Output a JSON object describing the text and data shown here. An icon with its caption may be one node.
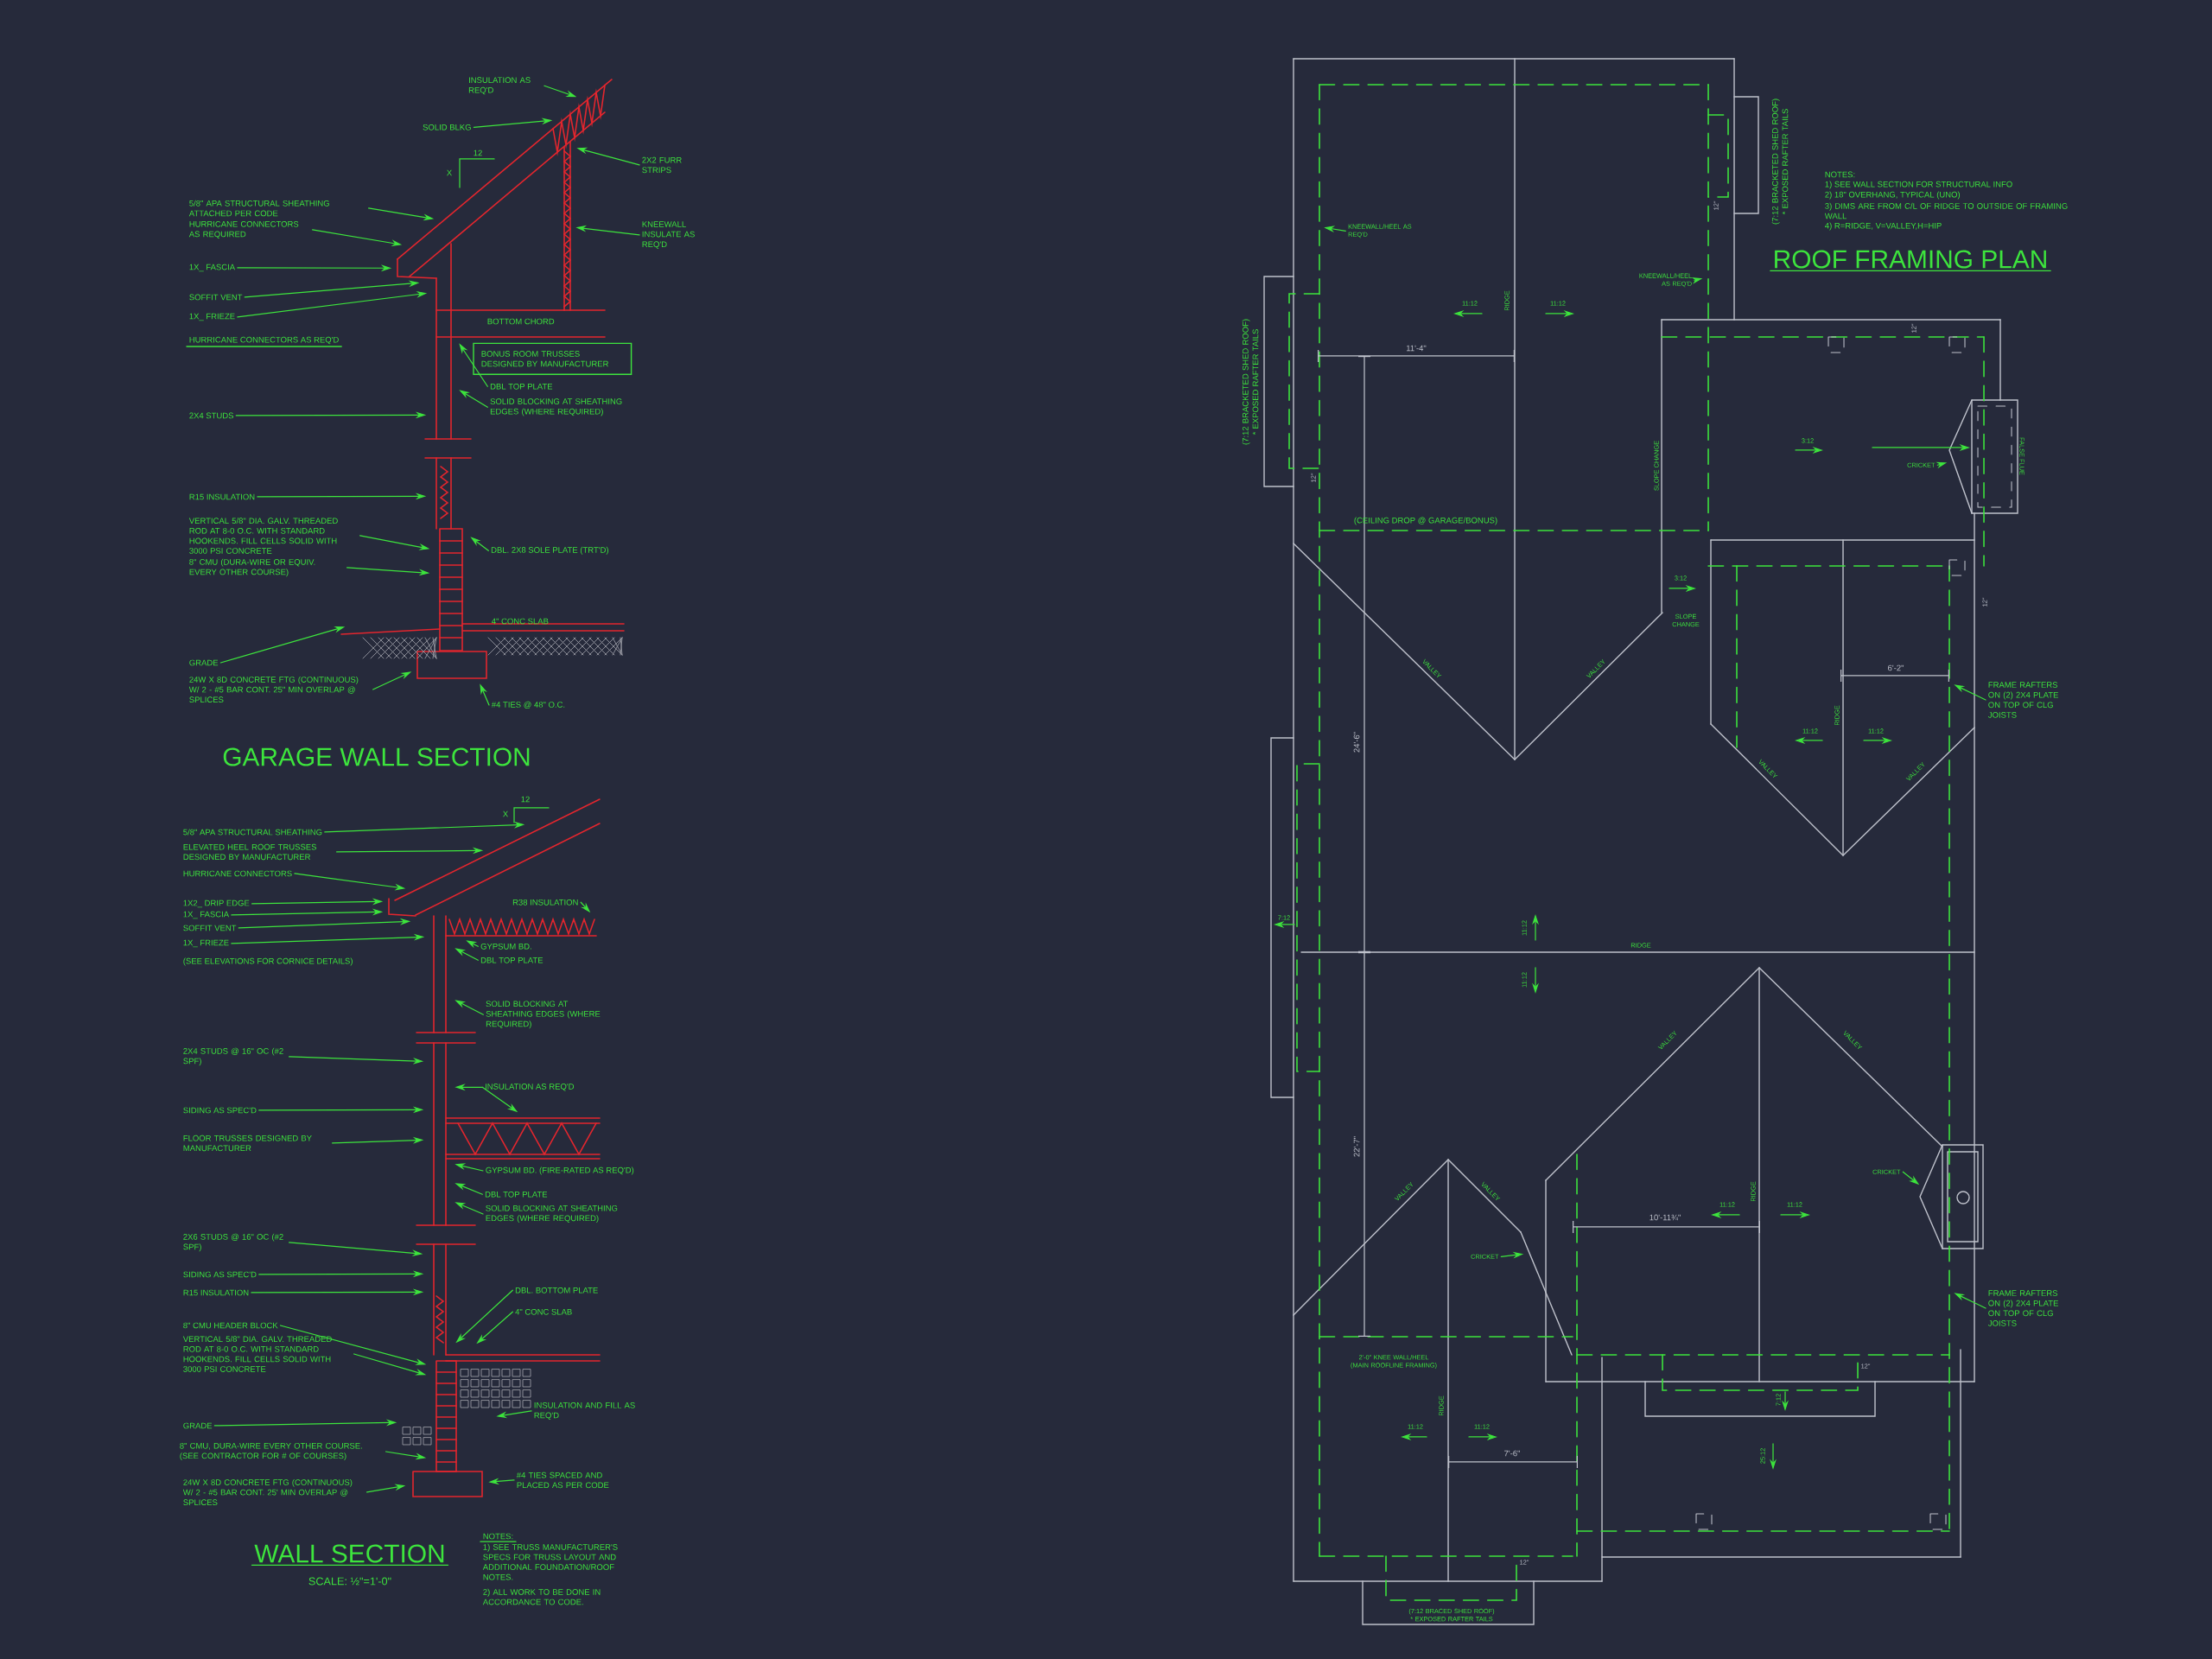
{
  "diagram": {
    "nodes": [
      {
        "text": [
          "INSULATION AS REQ'D"
        ],
        "in": 57
      },
      {
        "text": [
          "SOLID BLKG"
        ],
        "in": 57
      },
      {
        "text": [
          "2X2 FURR STRIPS"
        ]
      },
      {
        "text": [
          "5/8\" APA STRUCTURAL  SHEATHING ATTACHED PER CODE"
        ]
      },
      {
        "text": [
          "HURRICANE CONNECTORS AS REQUIRED"
        ]
      },
      {
        "text": [
          "1X_ FASCIA"
        ]
      },
      {
        "text": [
          "SOFFIT VENT"
        ]
      },
      {
        "text": [
          "1X_ FRIEZE"
        ]
      },
      {
        "text": [
          "KNEEWALL INSULATE AS REQ'D"
        ]
      },
      {
        "text": [
          "BONUS ROOM TRUSSES DESIGNED BY MANUFACTURER"
        ],
        "in": 57
      },
      {
        "text": [
          "DBL TOP PLATE"
        ],
        "in": 57
      },
      {
        "text": [
          "SOLID BLOCKING AT SHEATHING EDGES (WHERE REQUIRED)"
        ],
        "in": 57
      },
      {
        "text": [
          "2X4 STUDS"
        ]
      },
      {
        "text": [
          "R15 INSULATION"
        ]
      },
      {
        "text": [
          "VERTICAL 5/8\" DIA. GALV. THREADED ROD AT 8-0 O.C. WITH STANDARD HOOKENDS. FILL CELLS SOLID WITH 3000 PSI CONCRETE"
        ]
      },
      {
        "text": [
          "DBL. 2X8 SOLE PLATE (TRT'D)"
        ],
        "in": 57
      },
      {
        "text": [
          "8\" CMU (DURA-WIRE OR EQUIV. EVERY OTHER COURSE)"
        ]
      },
      {
        "text": [
          "GRADE"
        ]
      },
      {
        "text": [
          "24W X 8D CONCRETE FTG (CONTINUOUS) W/ 2 - #5 BAR CONT. 25\" MIN OVERLAP @ SPLICES"
        ]
      },
      {
        "text": [
          "#4 TIES @ 48\" O.C."
        ]
      },
      {
        "text": [
          "5/8\" APA STRUCTURAL SHEATHING"
        ]
      },
      {
        "text": [
          "ELEVATED HEEL ROOF TRUSSES DESIGNED BY MANUFACTURER"
        ]
      },
      {
        "text": [
          "HURRICANE CONNECTORS"
        ]
      },
      {
        "text": [
          "1X2_ DRIP EDGE"
        ]
      },
      {
        "text": [
          "1X_ FASCIA"
        ]
      },
      {
        "text": [
          "SOFFIT VENT"
        ]
      },
      {
        "text": [
          "1X_ FRIEZE"
        ]
      },
      {
        "text": [
          "R38 INSULATION"
        ],
        "in": 58
      },
      {
        "text": [
          "GYPSUM BD."
        ],
        "in": 58
      },
      {
        "text": [
          "DBL TOP PLATE"
        ],
        "in": 58
      },
      {
        "text": [
          "SOLID BLOCKING AT SHEATHING EDGES (WHERE REQUIRED)"
        ],
        "in": 58
      },
      {
        "text": [
          "2X4 STUDS @ 16\" OC (#2 SPF)"
        ]
      },
      {
        "text": [
          "INSULATION AS REQ'D"
        ],
        "in": 58
      },
      {
        "text": [
          "SIDING AS SPEC'D"
        ]
      },
      {
        "text": [
          "FLOOR TRUSSES DESIGNED BY MANUFACTURER"
        ]
      },
      {
        "text": [
          "GYPSUM BD. (FIRE-RATED AS REQ'D)"
        ]
      },
      {
        "text": [
          "DBL TOP PLATE"
        ],
        "in": 58
      },
      {
        "text": [
          "SOLID BLOCKING AT SHEATHING EDGES (WHERE REQUIRED)"
        ]
      },
      {
        "text": [
          "2X6 STUDS @ 16\" OC (#2 SPF)"
        ]
      },
      {
        "text": [
          "SIDING AS SPEC'D"
        ]
      },
      {
        "text": [
          "R15 INSULATION"
        ]
      },
      {
        "text": [
          "DBL. BOTTOM PLATE"
        ],
        "in": 58
      },
      {
        "text": [
          "4\" CONC SLAB"
        ],
        "in": 58
      },
      {
        "text": [
          "8\" CMU HEADER BLOCK"
        ]
      },
      {
        "text": [
          "VERTICAL 5/8\" DIA. GALV. THREADED ROD AT 8-0 O.C. WITH STANDARD HOOKENDS. FILL CELLS SOLID WITH 3000 PSI CONCRETE"
        ]
      },
      {
        "text": [
          "INSULATION AND FILL AS REQ'D"
        ]
      },
      {
        "text": [
          "GRADE"
        ]
      },
      {
        "text": [
          "8\" CMU, DURA-WIRE EVERY OTHER COURSE. (SEE CONTRACTOR FOR # OF COURSES)"
        ]
      },
      {
        "text": [
          "24W X 8D CONCRETE FTG (CONTINUOUS) W/ 2 - #5 BAR CONT. 25' MIN OVERLAP @ SPLICES"
        ]
      },
      {
        "text": [
          "#4 TIES SPACED AND PLACED AS PER CODE"
        ]
      },
      {
        "text": [
          "KNEEWALL/HEEL AS REQ'D"
        ],
        "in": 59
      },
      {
        "text": [
          "KNEEWALL/HEEL AS REQ'D"
        ],
        "in": 59
      },
      {
        "text": [
          "CRICKET"
        ],
        "in": 59
      },
      {
        "text": [
          "FRAME RAFTERS ON (2) 2X4 PLATE ON TOP OF CLG JOISTS"
        ]
      },
      {
        "text": [
          "CRICKET"
        ],
        "in": 59
      },
      {
        "text": [
          "CRICKET"
        ],
        "in": 59
      },
      {
        "text": [
          "FRAME RAFTERS ON (2) 2X4 PLATE ON TOP OF CLG JOISTS"
        ]
      },
      {
        "text": [],
        "shape": "picture"
      },
      {
        "text": [],
        "shape": "picture"
      },
      {
        "text": [],
        "shape": "picture"
      }
    ],
    "edges": [
      {
        "from": 0,
        "to": 57,
        "arrow": "to"
      },
      {
        "from": 1,
        "to": 57,
        "arrow": "to"
      },
      {
        "from": 2,
        "to": 57,
        "arrow": "to"
      },
      {
        "from": 3,
        "to": 57,
        "arrow": "to"
      },
      {
        "from": 4,
        "to": 57,
        "arrow": "to"
      },
      {
        "from": 5,
        "to": 57,
        "arrow": "to"
      },
      {
        "from": 6,
        "to": 57,
        "arrow": "to"
      },
      {
        "from": 7,
        "to": 57,
        "arrow": "to"
      },
      {
        "from": 8,
        "to": 57,
        "arrow": "to"
      },
      {
        "from": 10,
        "to": 57,
        "arrow": "to"
      },
      {
        "from": 11,
        "to": 57,
        "arrow": "to"
      },
      {
        "from": 12,
        "to": 57,
        "arrow": "to"
      },
      {
        "from": 13,
        "to": 57,
        "arrow": "to"
      },
      {
        "from": 14,
        "to": 57,
        "arrow": "to"
      },
      {
        "from": 15,
        "to": 57,
        "arrow": "to"
      },
      {
        "from": 16,
        "to": 57,
        "arrow": "to"
      },
      {
        "from": 17,
        "to": 57,
        "arrow": "to"
      },
      {
        "from": 18,
        "to": 57,
        "arrow": "to"
      },
      {
        "from": 19,
        "to": 57,
        "arrow": "to"
      },
      {
        "from": 20,
        "to": 58,
        "arrow": "to"
      },
      {
        "from": 21,
        "to": 58,
        "arrow": "to"
      },
      {
        "from": 22,
        "to": 58,
        "arrow": "to"
      },
      {
        "from": 23,
        "to": 58,
        "arrow": "to"
      },
      {
        "from": 24,
        "to": 58,
        "arrow": "to"
      },
      {
        "from": 25,
        "to": 58,
        "arrow": "to"
      },
      {
        "from": 26,
        "to": 58,
        "arrow": "to"
      },
      {
        "from": 27,
        "to": 58,
        "arrow": "to"
      },
      {
        "from": 28,
        "to": 58,
        "arrow": "to"
      },
      {
        "from": 29,
        "to": 58,
        "arrow": "to"
      },
      {
        "from": 30,
        "to": 58,
        "arrow": "to"
      },
      {
        "from": 31,
        "to": 58,
        "arrow": "to"
      },
      {
        "from": 32,
        "to": 58,
        "arrow": "to"
      },
      {
        "from": 32,
        "to": 58,
        "arrow": "to"
      },
      {
        "from": 33,
        "to": 58,
        "arrow": "to"
      },
      {
        "from": 34,
        "to": 58,
        "arrow": "to"
      },
      {
        "from": 35,
        "to": 58,
        "arrow": "to"
      },
      {
        "from": 36,
        "to": 58,
        "arrow": "to"
      },
      {
        "from": 37,
        "to": 58,
        "arrow": "to"
      },
      {
        "from": 38,
        "to": 58,
        "arrow": "to"
      },
      {
        "from": 39,
        "to": 58,
        "arrow": "to"
      },
      {
        "from": 40,
        "to": 58,
        "arrow": "to"
      },
      {
        "from": 41,
        "to": 58,
        "arrow": "to"
      },
      {
        "from": 42,
        "to": 58,
        "arrow": "to"
      },
      {
        "from": 43,
        "to": 58,
        "arrow": "to"
      },
      {
        "from": 44,
        "to": 58,
        "arrow": "to"
      },
      {
        "from": 45,
        "to": 58,
        "arrow": "to"
      },
      {
        "from": 46,
        "to": 58,
        "arrow": "to"
      },
      {
        "from": 47,
        "to": 58,
        "arrow": "to"
      },
      {
        "from": 48,
        "to": 58,
        "arrow": "to"
      },
      {
        "from": 49,
        "to": 58,
        "arrow": "to"
      },
      {
        "from": 50,
        "to": 59,
        "arrow": "to"
      },
      {
        "from": 51,
        "to": 59,
        "arrow": "to"
      },
      {
        "from": 52,
        "to": 59,
        "arrow": "to"
      },
      {
        "from": 53,
        "to": 59,
        "arrow": "to"
      },
      {
        "from": 54,
        "to": 59,
        "arrow": "to"
      },
      {
        "from": 55,
        "to": 59,
        "arrow": "to"
      },
      {
        "from": 56,
        "to": 59,
        "arrow": "to"
      }
    ],
    "labels": [
      "12",
      "X",
      "HURRICANE CONNECTORS AS REQ'D",
      "BOTTOM CHORD",
      "4\" CONC SLAB",
      "GARAGE WALL SECTION",
      "12",
      "X",
      "(SEE ELEVATIONS FOR CORNICE DETAILS)",
      "WALL SECTION",
      "SCALE: ½\"=1'-0\"",
      "NOTES:",
      "1) SEE TRUSS MANUFACTURER'S SPECS FOR TRUSS LAYOUT AND ADDITIONAL FOUNDATION/ROOF NOTES.",
      "2) ALL WORK TO BE DONE IN ACCORDANCE TO CODE.",
      "11:12",
      "RIDGE",
      "11:12",
      "11'-4\"",
      "(7:12 BRACKETED SHED ROOF) * EXPOSED RAFTER TAILS",
      "12\"",
      "NOTES:",
      "1) SEE WALL SECTION FOR STRUCTURAL INFO",
      "2) 18\" OVERHANG, TYPICAL (UNO)",
      "3) DIMS ARE FROM C/L OF RIDGE TO OUTSIDE OF FRAMING WALL",
      "4) R=RIDGE, V=VALLEY,H=HIP",
      "ROOF FRAMING PLAN",
      "(7:12 BRACKETED SHED ROOF) * EXPOSED RAFTER TAILS",
      "12\"",
      "12\"",
      "SLOPE CHANGE",
      "3:12",
      "FALSE FLUE",
      "(CEILING DROP @ GARAGE/BONUS)",
      "3:12",
      "SLOPE CHANGE",
      "12\"",
      "VALLEY",
      "VALLEY",
      "6'-2\"",
      "24'-6\"",
      "RIDGE",
      "11:12",
      "11:12",
      "VALLEY",
      "VALLEY",
      "7:12",
      "11:12",
      "RIDGE",
      "11:12",
      "VALLEY",
      "VALLEY",
      "22'-7\"",
      "VALLEY",
      "VALLEY",
      "RIDGE",
      "11:12",
      "11:12",
      "10'-11¾\"",
      "2'-0\" KNEE WALL/HEEL (MAIN ROOFLINE FRAMING)",
      "7:12",
      "12\"",
      "RIDGE",
      "11:12",
      "11:12",
      "7'-6\"",
      "25:12",
      "12\"",
      "(7:12 BRACED SHED ROOF) * EXPOSED RAFTER TAILS"
    ]
  }
}
